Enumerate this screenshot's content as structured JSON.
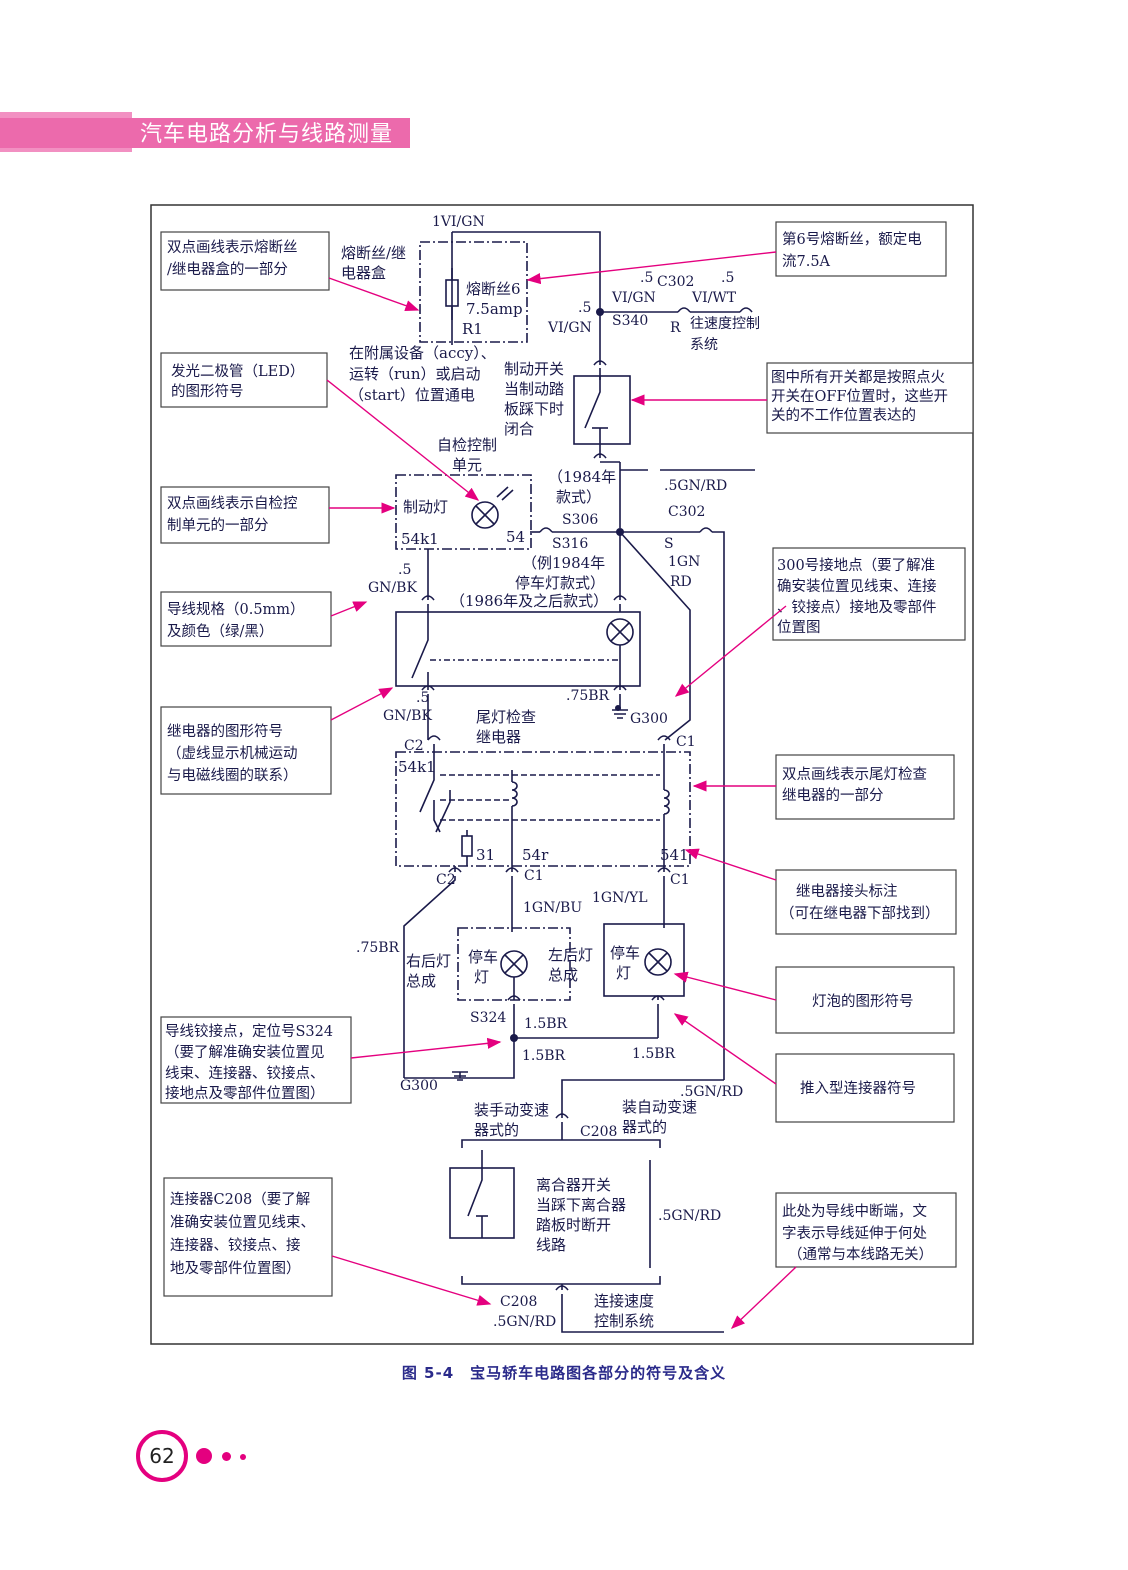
{
  "header": {
    "title": "汽车电路分析与线路测量"
  },
  "page_number": "62",
  "caption": "图 5-4　宝马轿车电路图各部分的符号及含义",
  "colors": {
    "accent": "#e4007f",
    "wire": "#1a1a4a"
  },
  "diagram": {
    "wires": {
      "w1": "1VI/GN",
      "w2": ".5",
      "w3": "VI/GN",
      "w4": ".5",
      "w5": "C302",
      "w6": ".5",
      "w7": "VI/GN",
      "w8": "VI/WT",
      "w9": "S340",
      "w10": "R",
      "w11": "往速度控制",
      "w12": "系统",
      "w13": ".5GN/RD",
      "w14": "C302",
      "w15": "S306",
      "w16": "S316",
      "w17": "S",
      "w18": "1GN",
      "w19": "RD",
      "w20": ".5",
      "w21": "GN/BK",
      "w22": ".5",
      "w23": "GN/BK",
      "w24": ".75BR",
      "w25": "G300",
      "w26": "C2",
      "w27": "C1",
      "w28": "C2",
      "w29": "C1",
      "w30": "C1",
      "w31": "1GN/BU",
      "w32": "1GN/YL",
      "w33": ".75BR",
      "w34": "S324",
      "w35": "1.5BR",
      "w36": "1.5BR",
      "w37": "1.5BR",
      "w38": "G300",
      "w39": ".5GN/RD",
      "w40": "C208",
      "w41": ".5GN/RD",
      "w42": "C208",
      "w43": ".5GN/RD"
    },
    "labels": {
      "fuse_box_1": "熔断丝/继",
      "fuse_box_2": "电器盒",
      "fuse_1": "熔断丝6",
      "fuse_2": "7.5amp",
      "fuse_3": "R1",
      "power_1": "在附属设备（accy）、",
      "power_2": "运转（run）或启动",
      "power_3": "（start）位置通电",
      "brake_sw_1": "制动开关",
      "brake_sw_2": "当制动踏",
      "brake_sw_3": "板踩下时",
      "brake_sw_4": "闭合",
      "selfcheck_1": "自检控制",
      "selfcheck_2": "单元",
      "yr1984_1": "（1984年",
      "yr1984_2": "款式）",
      "brake_lamp": "制动灯",
      "pin_54k1": "54k1",
      "pin_54": "54",
      "ex1984_1": "（例1984年",
      "ex1984_2": "停车灯款式）",
      "yr1986": "（1986年及之后款式）",
      "tail_relay_1": "尾灯检查",
      "tail_relay_2": "继电器",
      "pin_54k1b": "54k1",
      "pin_31": "31",
      "pin_54r": "54r",
      "pin_541": "541",
      "rr_lamp_1": "右后灯",
      "rr_lamp_2": "总成",
      "park_1": "停车",
      "park_2": "灯",
      "lr_lamp_1": "左后灯",
      "lr_lamp_2": "总成",
      "park_3": "停车",
      "park_4": "灯",
      "manual_1": "装手动变速",
      "manual_2": "器式的",
      "auto_1": "装自动变速",
      "auto_2": "器式的",
      "clutch_1": "离合器开关",
      "clutch_2": "当踩下离合器",
      "clutch_3": "踏板时断开",
      "clutch_4": "线路",
      "speed_1": "连接速度",
      "speed_2": "控制系统"
    },
    "annotations": {
      "a1": [
        "双点画线表示熔断丝",
        "/继电器盒的一部分"
      ],
      "a2": [
        "第6号熔断丝，额定电",
        "流7.5A"
      ],
      "a3": [
        "发光二极管（LED）",
        "的图形符号"
      ],
      "a4": [
        "图中所有开关都是按照点火",
        "开关在OFF位置时，这些开",
        "关的不工作位置表达的"
      ],
      "a5": [
        "双点画线表示自检控",
        "制单元的一部分"
      ],
      "a6": [
        "300号接地点（要了解准",
        "确安装位置见线束、连接",
        "、铰接点）接地及零部件",
        "位置图"
      ],
      "a7": [
        "导线规格（0.5mm）",
        "及颜色（绿/黑）"
      ],
      "a8": [
        "继电器的图形符号",
        "（虚线显示机械运动",
        "与电磁线圈的联系）"
      ],
      "a9": [
        "双点画线表示尾灯检查",
        "继电器的一部分"
      ],
      "a10": [
        "继电器接头标注",
        "（可在继电器下部找到）"
      ],
      "a11": [
        "灯泡的图形符号"
      ],
      "a12": [
        "导线铰接点，定位号S324",
        "（要了解准确安装位置见",
        "线束、连接器、铰接点、",
        "接地点及零部件位置图）"
      ],
      "a13": [
        "推入型连接器符号"
      ],
      "a14": [
        "连接器C208（要了解",
        "准确安装位置见线束、",
        "连接器、铰接点、接",
        "地及零部件位置图）"
      ],
      "a15": [
        "此处为导线中断端，文",
        "字表示导线延伸于何处",
        "（通常与本线路无关）"
      ]
    }
  }
}
